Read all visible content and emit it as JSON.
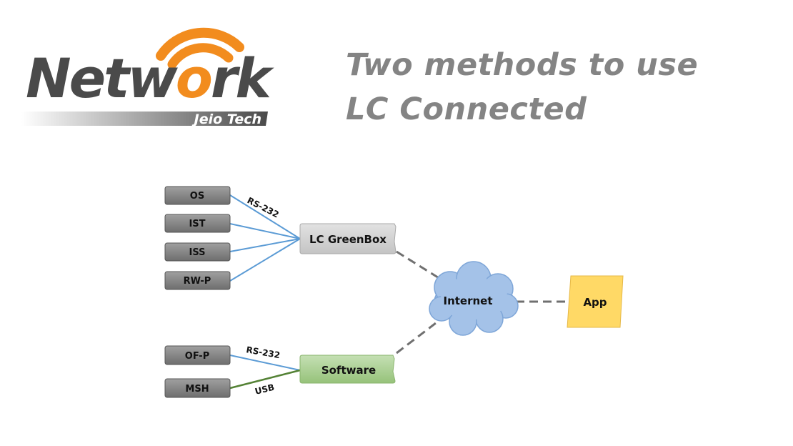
{
  "logo": {
    "wordmark_left": "Netw",
    "wordmark_o": "o",
    "wordmark_right": "rk",
    "tagline": "Jeio Tech"
  },
  "title": {
    "line1": "Two methods to use",
    "line2": "LC Connected"
  },
  "diagram": {
    "group1_devices": [
      "OS",
      "IST",
      "ISS",
      "RW-P"
    ],
    "group1_link": "RS-232",
    "greenbox": "LC GreenBox",
    "group2_devices": [
      "OF-P",
      "MSH"
    ],
    "group2_links": [
      "RS-232",
      "USB"
    ],
    "software": "Software",
    "internet": "Internet",
    "app": "App"
  },
  "colors": {
    "serial_line": "#5b9bd5",
    "usb_line": "#548235",
    "greenbox_fill": "#d0d0d0",
    "software_fill": "#a9d18e",
    "cloud_fill": "#a4c2e8",
    "app_fill": "#ffd966",
    "logo_orange": "#f28c1e",
    "logo_gray": "#4a4a4a"
  }
}
